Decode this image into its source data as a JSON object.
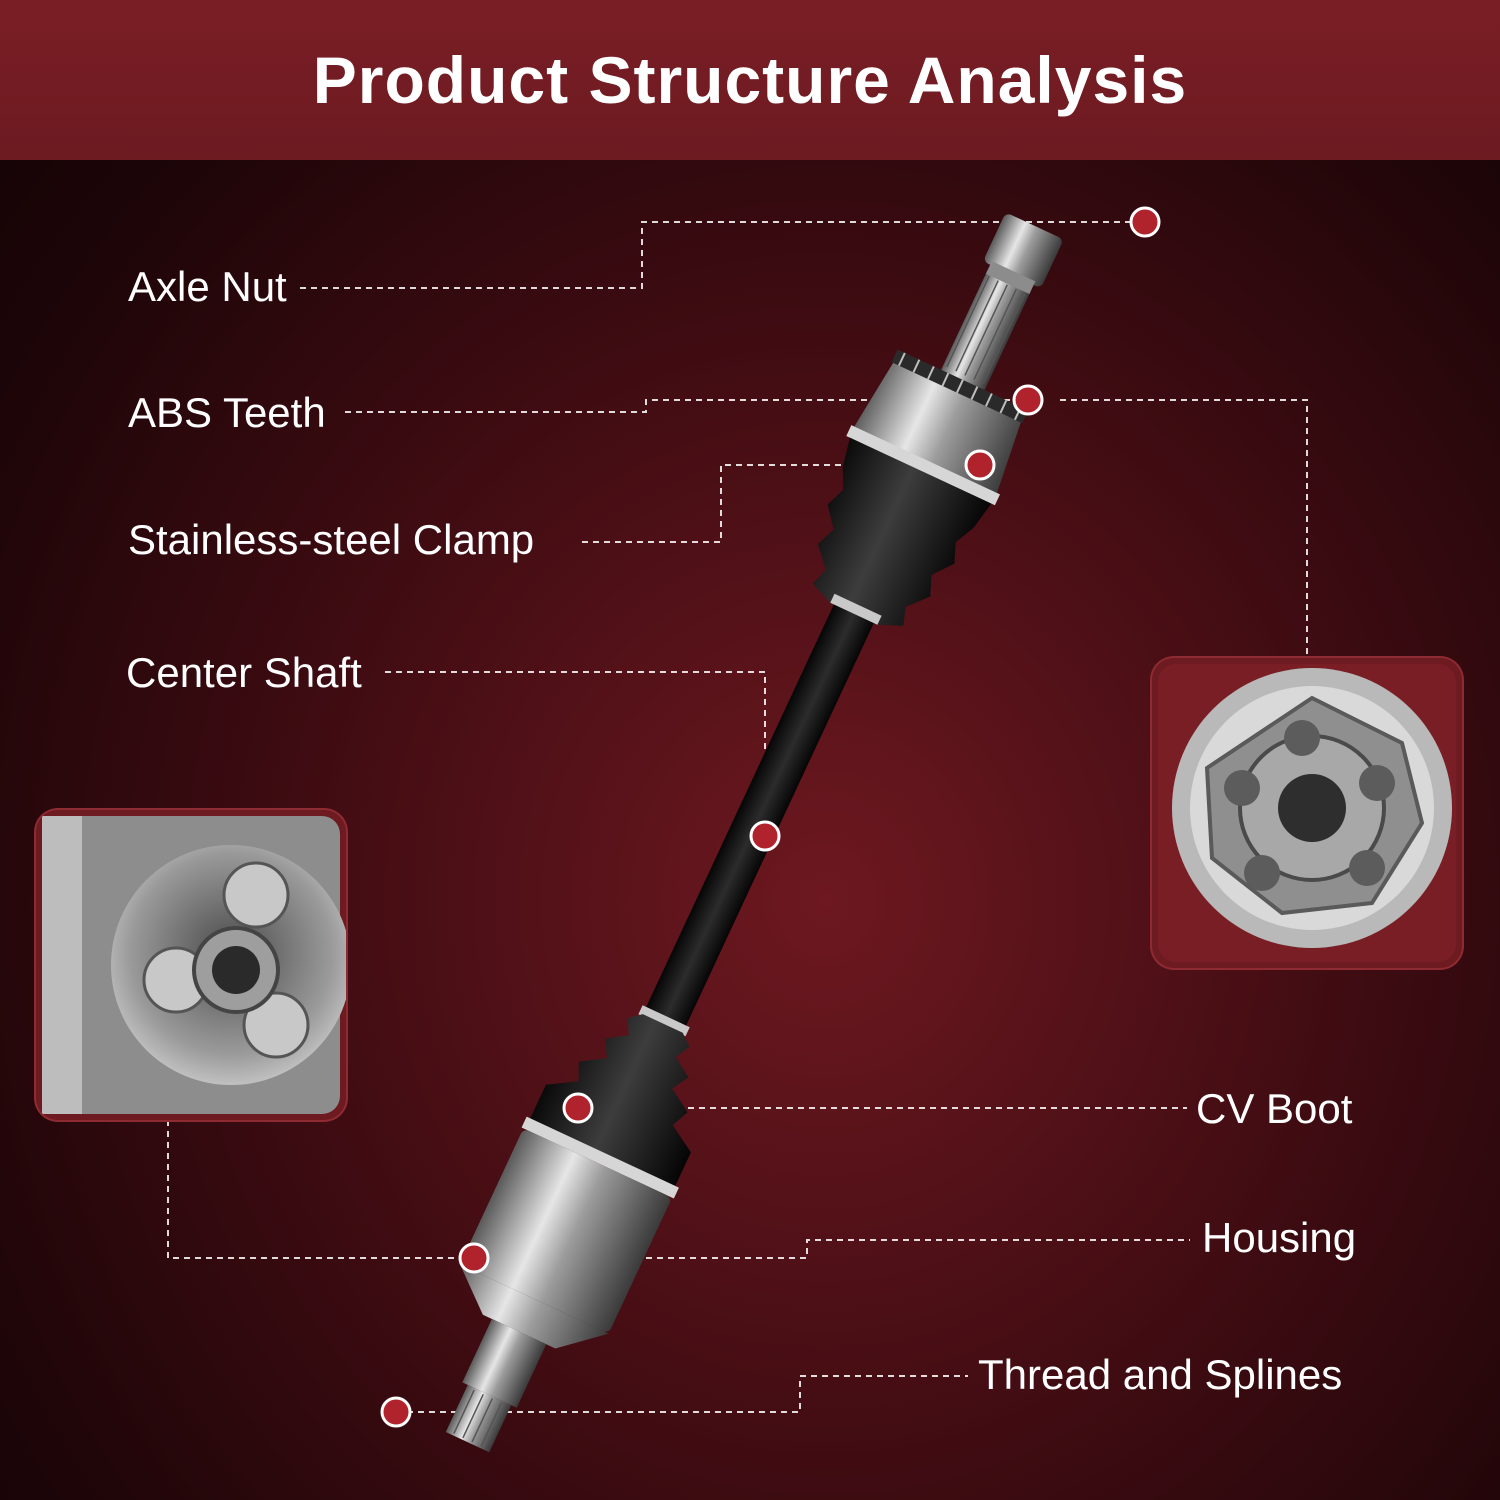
{
  "header": {
    "title": "Product Structure Analysis"
  },
  "labels": {
    "axle_nut": "Axle Nut",
    "abs_teeth": "ABS Teeth",
    "clamp": "Stainless-steel Clamp",
    "center_shaft": "Center Shaft",
    "cv_boot": "CV Boot",
    "housing": "Housing",
    "thread_splines": "Thread and Splines"
  },
  "colors": {
    "header_bg": "#7a1e25",
    "background": "#3f0c12",
    "marker": "#b0222c",
    "leader_line": "#ffffff"
  },
  "insets": {
    "left": "tripod-joint-inset",
    "right": "outer-cv-joint-inset"
  }
}
